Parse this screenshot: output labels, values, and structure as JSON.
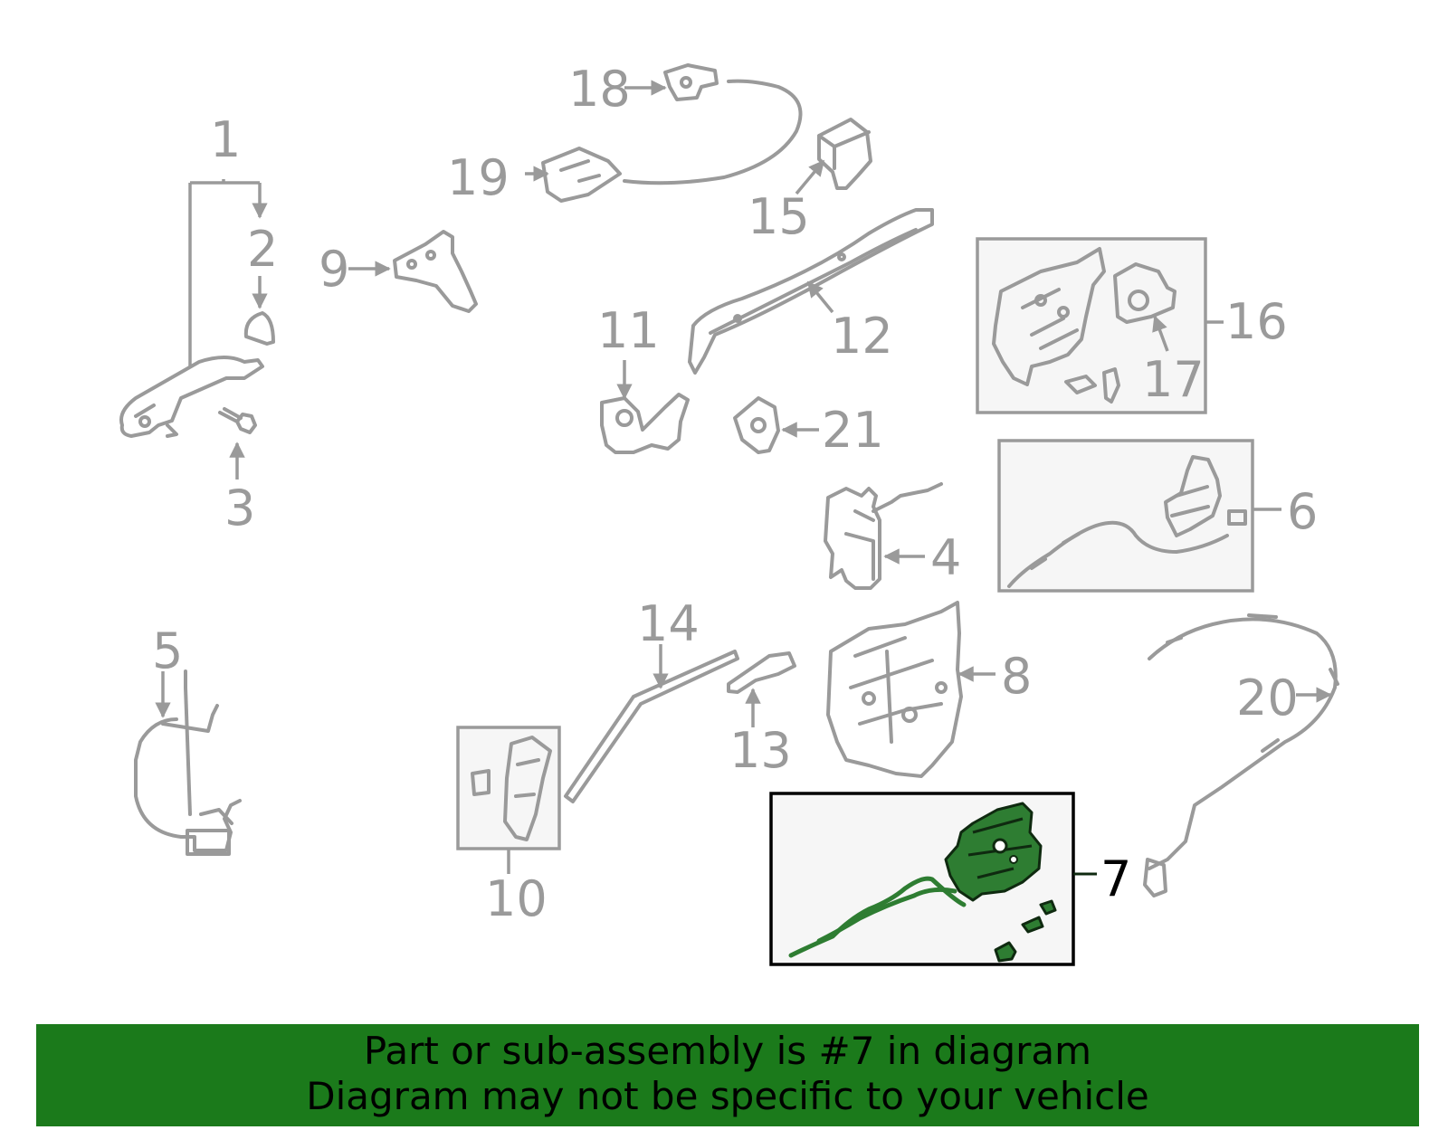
{
  "callouts": {
    "c1": "1",
    "c2": "2",
    "c3": "3",
    "c4": "4",
    "c5": "5",
    "c6": "6",
    "c7": "7",
    "c8": "8",
    "c9": "9",
    "c10": "10",
    "c11": "11",
    "c12": "12",
    "c13": "13",
    "c14": "14",
    "c15": "15",
    "c16": "16",
    "c17": "17",
    "c18": "18",
    "c19": "19",
    "c20": "20",
    "c21": "21"
  },
  "highlighted_part": "7",
  "banner": {
    "line1": "Part or sub-assembly is #7 in diagram",
    "line2": "Diagram may not be specific to your vehicle"
  },
  "colors": {
    "part_outline": "#9a9a9a",
    "highlight_part": "#2e7d32",
    "banner_background": "#1b7a1b",
    "highlight_box": "#000000"
  }
}
